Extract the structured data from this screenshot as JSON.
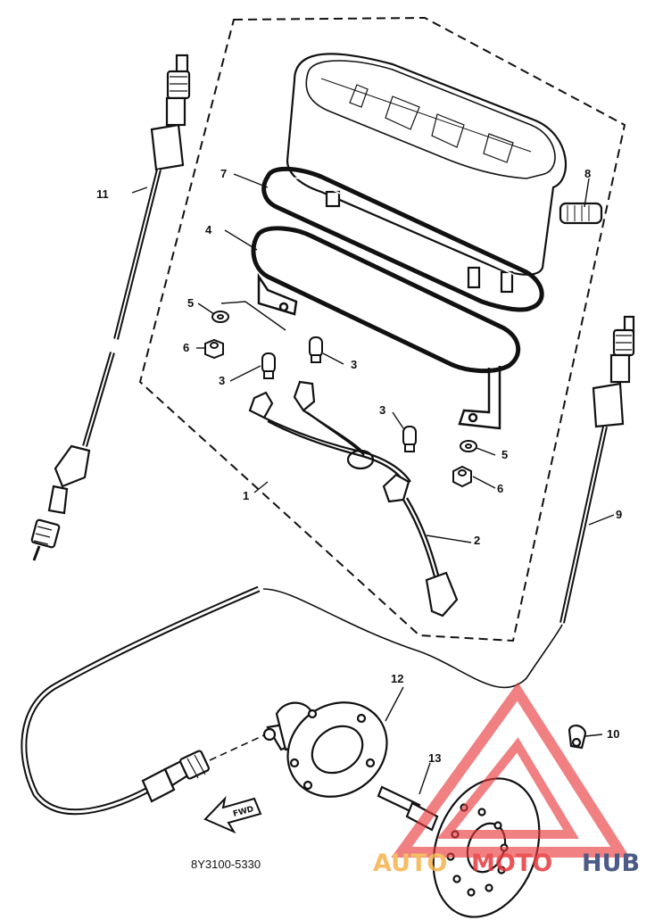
{
  "diagram": {
    "part_code": "8Y3100-5330",
    "fwd_label": "FWD",
    "callouts": {
      "c1": "1",
      "c2": "2",
      "c3a": "3",
      "c3b": "3",
      "c3c": "3",
      "c4": "4",
      "c5a": "5",
      "c5b": "5",
      "c6a": "6",
      "c6b": "6",
      "c7": "7",
      "c8": "8",
      "c9": "9",
      "c10": "10",
      "c11": "11",
      "c12": "12",
      "c13": "13"
    }
  },
  "watermark": {
    "brand_part1": "AUTO",
    "brand_part2": "MOTO",
    "brand_part3": "HUB",
    "colors": {
      "orange": "#f5b24a",
      "red": "#e8383b",
      "navy": "#2c3e73"
    }
  }
}
